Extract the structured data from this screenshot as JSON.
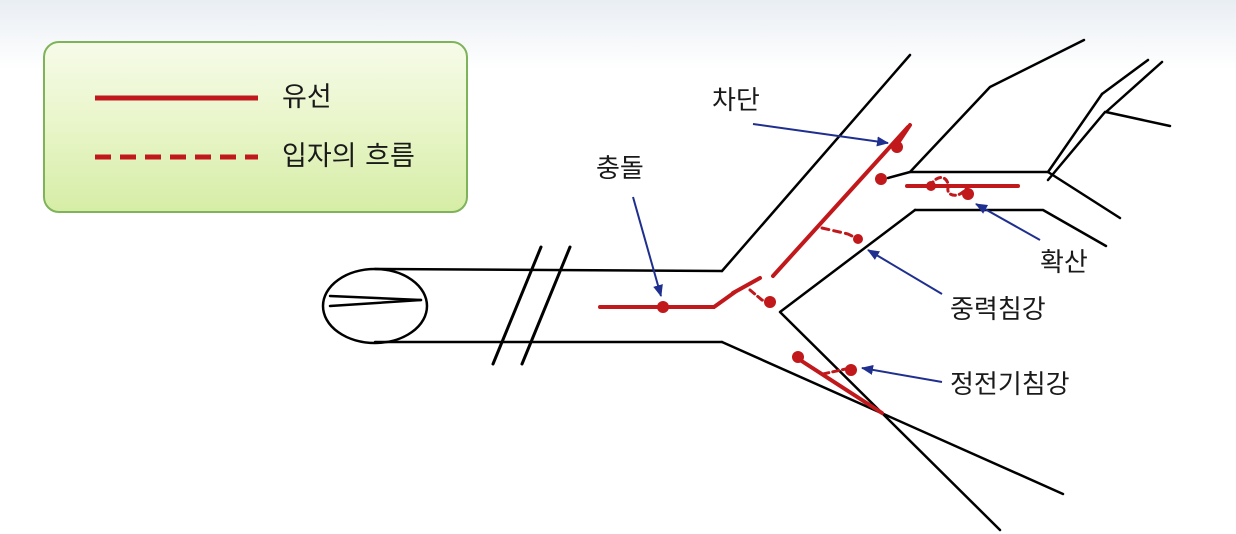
{
  "legend": {
    "streamline_label": "유선",
    "particle_flow_label": "입자의 흐름"
  },
  "mechanisms": {
    "impaction": "충돌",
    "interception": "차단",
    "diffusion": "확산",
    "sedimentation": "중력침강",
    "electrostatic": "정전기침강"
  },
  "colors": {
    "streamline": "#c0181b",
    "particle": "#c0181b",
    "arrow": "#1f2f8f",
    "airway_wall": "#000000",
    "legend_border": "#7fb35a",
    "legend_fill": "#eaf6cc"
  }
}
